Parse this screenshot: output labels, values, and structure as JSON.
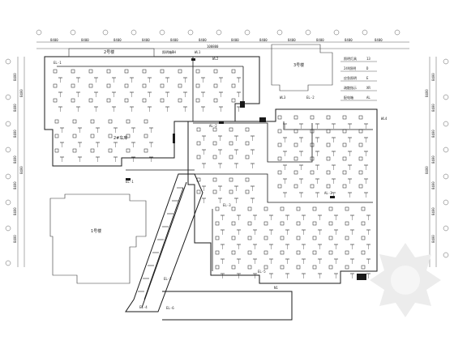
{
  "drawing": {
    "top_dims": [
      "8400",
      "8400",
      "8400",
      "8400",
      "8400",
      "8400",
      "8400",
      "8400",
      "8400",
      "8400",
      "8400",
      "8400"
    ],
    "top_total": "100800",
    "left_dims": [
      "8400",
      "8400",
      "8400",
      "8400",
      "8400",
      "8400",
      "8400",
      "8400",
      "8400"
    ],
    "right_dims": [
      "8400",
      "8400",
      "8400",
      "8400",
      "8400",
      "8400",
      "8400",
      "8400",
      "8400"
    ],
    "blocks": {
      "b1": "2号楼",
      "b2": "3号楼",
      "b3": "1号楼",
      "b4": "2#车库"
    },
    "legend": [
      {
        "label": "照明灯具",
        "value": "13"
      },
      {
        "label": "24V照明",
        "value": "D"
      },
      {
        "label": "应急照明",
        "value": "E"
      },
      {
        "label": "疏散指示",
        "value": "XR"
      },
      {
        "label": "配电箱",
        "value": "AL"
      }
    ],
    "tags": {
      "t1": "照明箱BH",
      "t2": "WL1",
      "t3": "EL-1",
      "t4": "WL2",
      "t5": "AL-2",
      "t6": "WL3",
      "t7": "EL-2",
      "t8": "EL-3",
      "t9": "AL-3",
      "t10": "WL4",
      "t11": "EL-1",
      "t12": "EL-2",
      "t13": "EL-5",
      "t14": "N1",
      "t15": "EL-4",
      "t16": "EL-6"
    }
  },
  "colors": {
    "line": "#1a1a1a",
    "background": "#ffffff",
    "watermark": "#e6e6e6"
  }
}
